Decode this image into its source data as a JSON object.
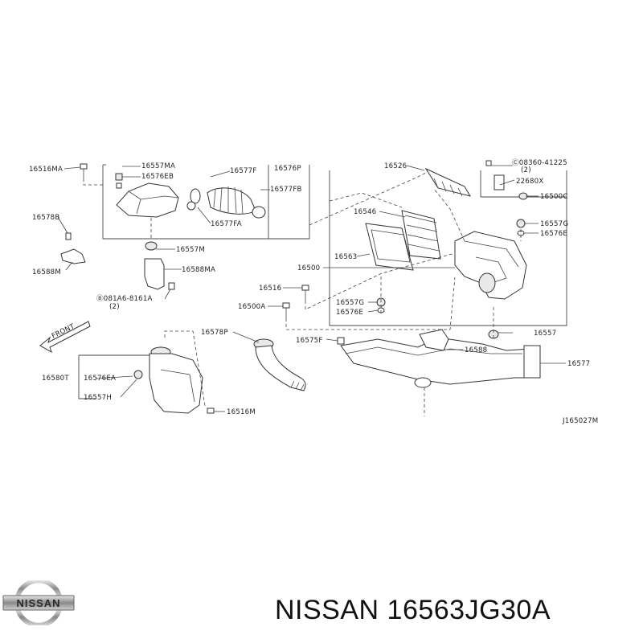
{
  "diagram": {
    "callouts": {
      "c16516MA": "16516MA",
      "c16557MA": "16557MA",
      "c16576EB": "16576EB",
      "c16577F": "16577F",
      "c16576P": "16576P",
      "c16577FB": "16577FB",
      "c16577FA": "16577FA",
      "c16578B": "16578B",
      "c16557M": "16557M",
      "c16588M": "16588M",
      "c16588MA": "16588MA",
      "c081A6": "Ⓑ081A6-8161A",
      "c081A6qty": "(2)",
      "c16526": "16526",
      "c08360": "Ⓒ08360-41225",
      "c08360qty": "(2)",
      "c22680X": "22680X",
      "c16500C": "16500C",
      "c16546": "16546",
      "c16557G_r": "16557G",
      "c16576E_r": "16576E",
      "c16563": "16563",
      "c16500": "16500",
      "c16516": "16516",
      "c16500A": "16500A",
      "c16557G": "16557G",
      "c16576E": "16576E",
      "c16557": "16557",
      "c16578P": "16578P",
      "c16575F": "16575F",
      "c16588": "16588",
      "c16577": "16577",
      "c16580T": "16580T",
      "c16576EA": "16576EA",
      "c16557H": "16557H",
      "c16516M": "16516M",
      "front": "FRONT",
      "figure_code": "J165027M"
    }
  },
  "footer": {
    "logo_text": "NISSAN",
    "title": "NISSAN 16563JG30A"
  }
}
